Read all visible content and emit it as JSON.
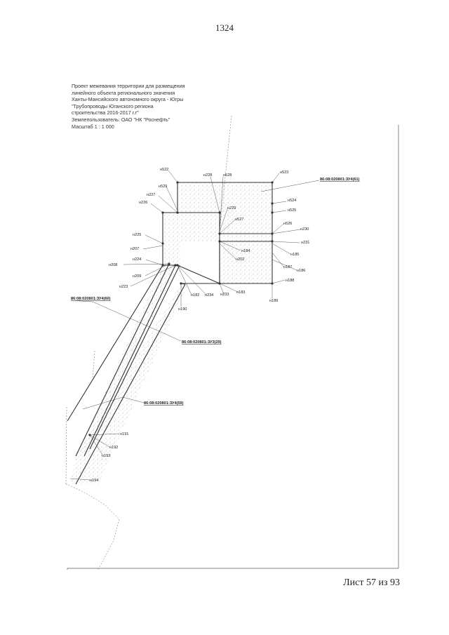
{
  "page": {
    "number": "1324",
    "sheet": "Лист 57 из 93"
  },
  "info": {
    "lines": [
      "Проект межевания территории для размещения",
      "линейного объекта регионального значения",
      "Ханты-Мансийского автономного округа - Югры",
      "\"Трубопроводы Юганского региона",
      "строительства 2016-2017 г.г\"",
      "Землепользователь: ОАО \"НК \"Роснефть\"",
      "Масштаб 1 : 1 000"
    ]
  },
  "cadastral_labels": [
    "86:08:020801:ЗУ4(61)",
    "86:08:020801:ЗУ4(60)",
    "86:08:020801:ЗУ3(29)",
    "86:08:020801:ЗУ4(59)"
  ],
  "point_labels": [
    "н522",
    "н228",
    "н528",
    "н523",
    "н529",
    "н227",
    "н226",
    "н229",
    "н524",
    "н525",
    "н527",
    "н526",
    "н230",
    "н225",
    "н231",
    "н207",
    "н184",
    "н202",
    "н185",
    "н224",
    "н208",
    "н187",
    "н186",
    "н209",
    "н188",
    "н223",
    "н182",
    "н234",
    "н233",
    "н183",
    "н189",
    "н190",
    "н191",
    "н192",
    "н193",
    "н194"
  ]
}
